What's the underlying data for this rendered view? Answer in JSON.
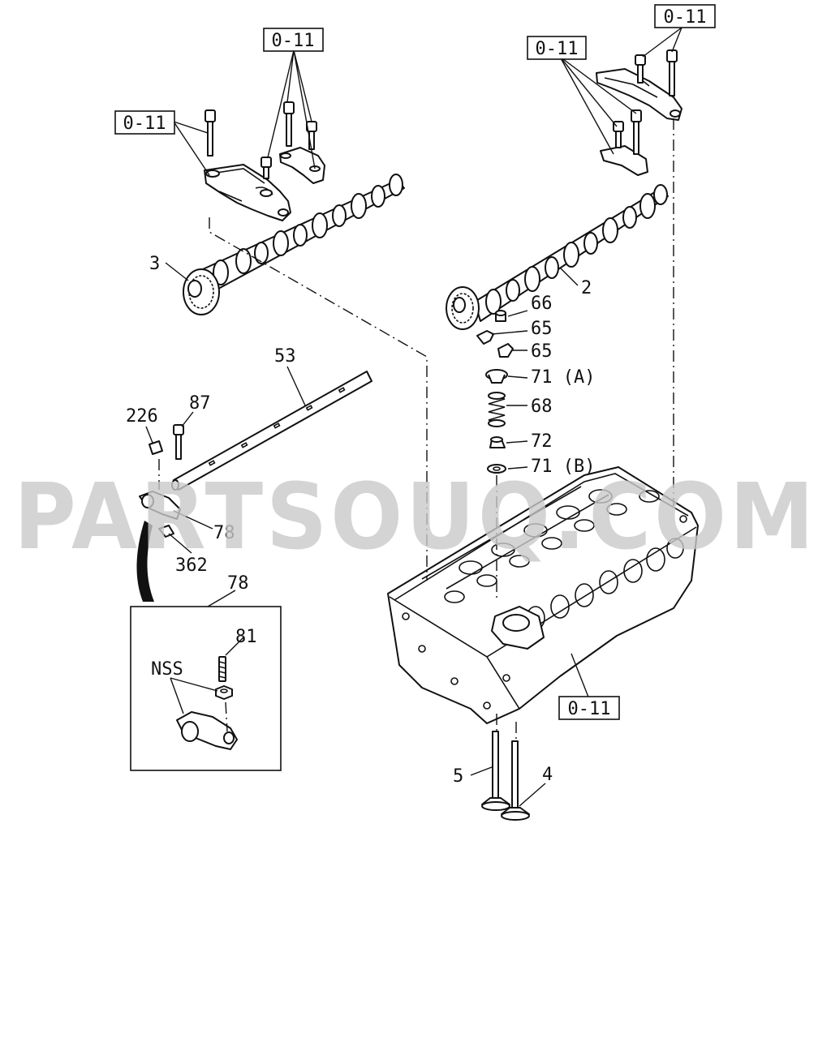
{
  "watermark": "PARTSOUQ.COM",
  "callouts": {
    "ref_top_right": "0-11",
    "ref_upper_right": "0-11",
    "ref_top_center": "0-11",
    "ref_left": "0-11",
    "ref_bottom": "0-11",
    "p3": "3",
    "p2": "2",
    "p66": "66",
    "p65a": "65",
    "p65b": "65",
    "p71a": "71 (A)",
    "p68": "68",
    "p72": "72",
    "p71b": "71 (B)",
    "p53": "53",
    "p87": "87",
    "p226": "226",
    "p78": "78",
    "p362": "362",
    "p78_detail": "78",
    "p81": "81",
    "nss": "NSS",
    "p5": "5",
    "p4": "4"
  },
  "colors": {
    "ink": "#111111",
    "watermark": "#c9c9c9",
    "background": "#ffffff"
  }
}
